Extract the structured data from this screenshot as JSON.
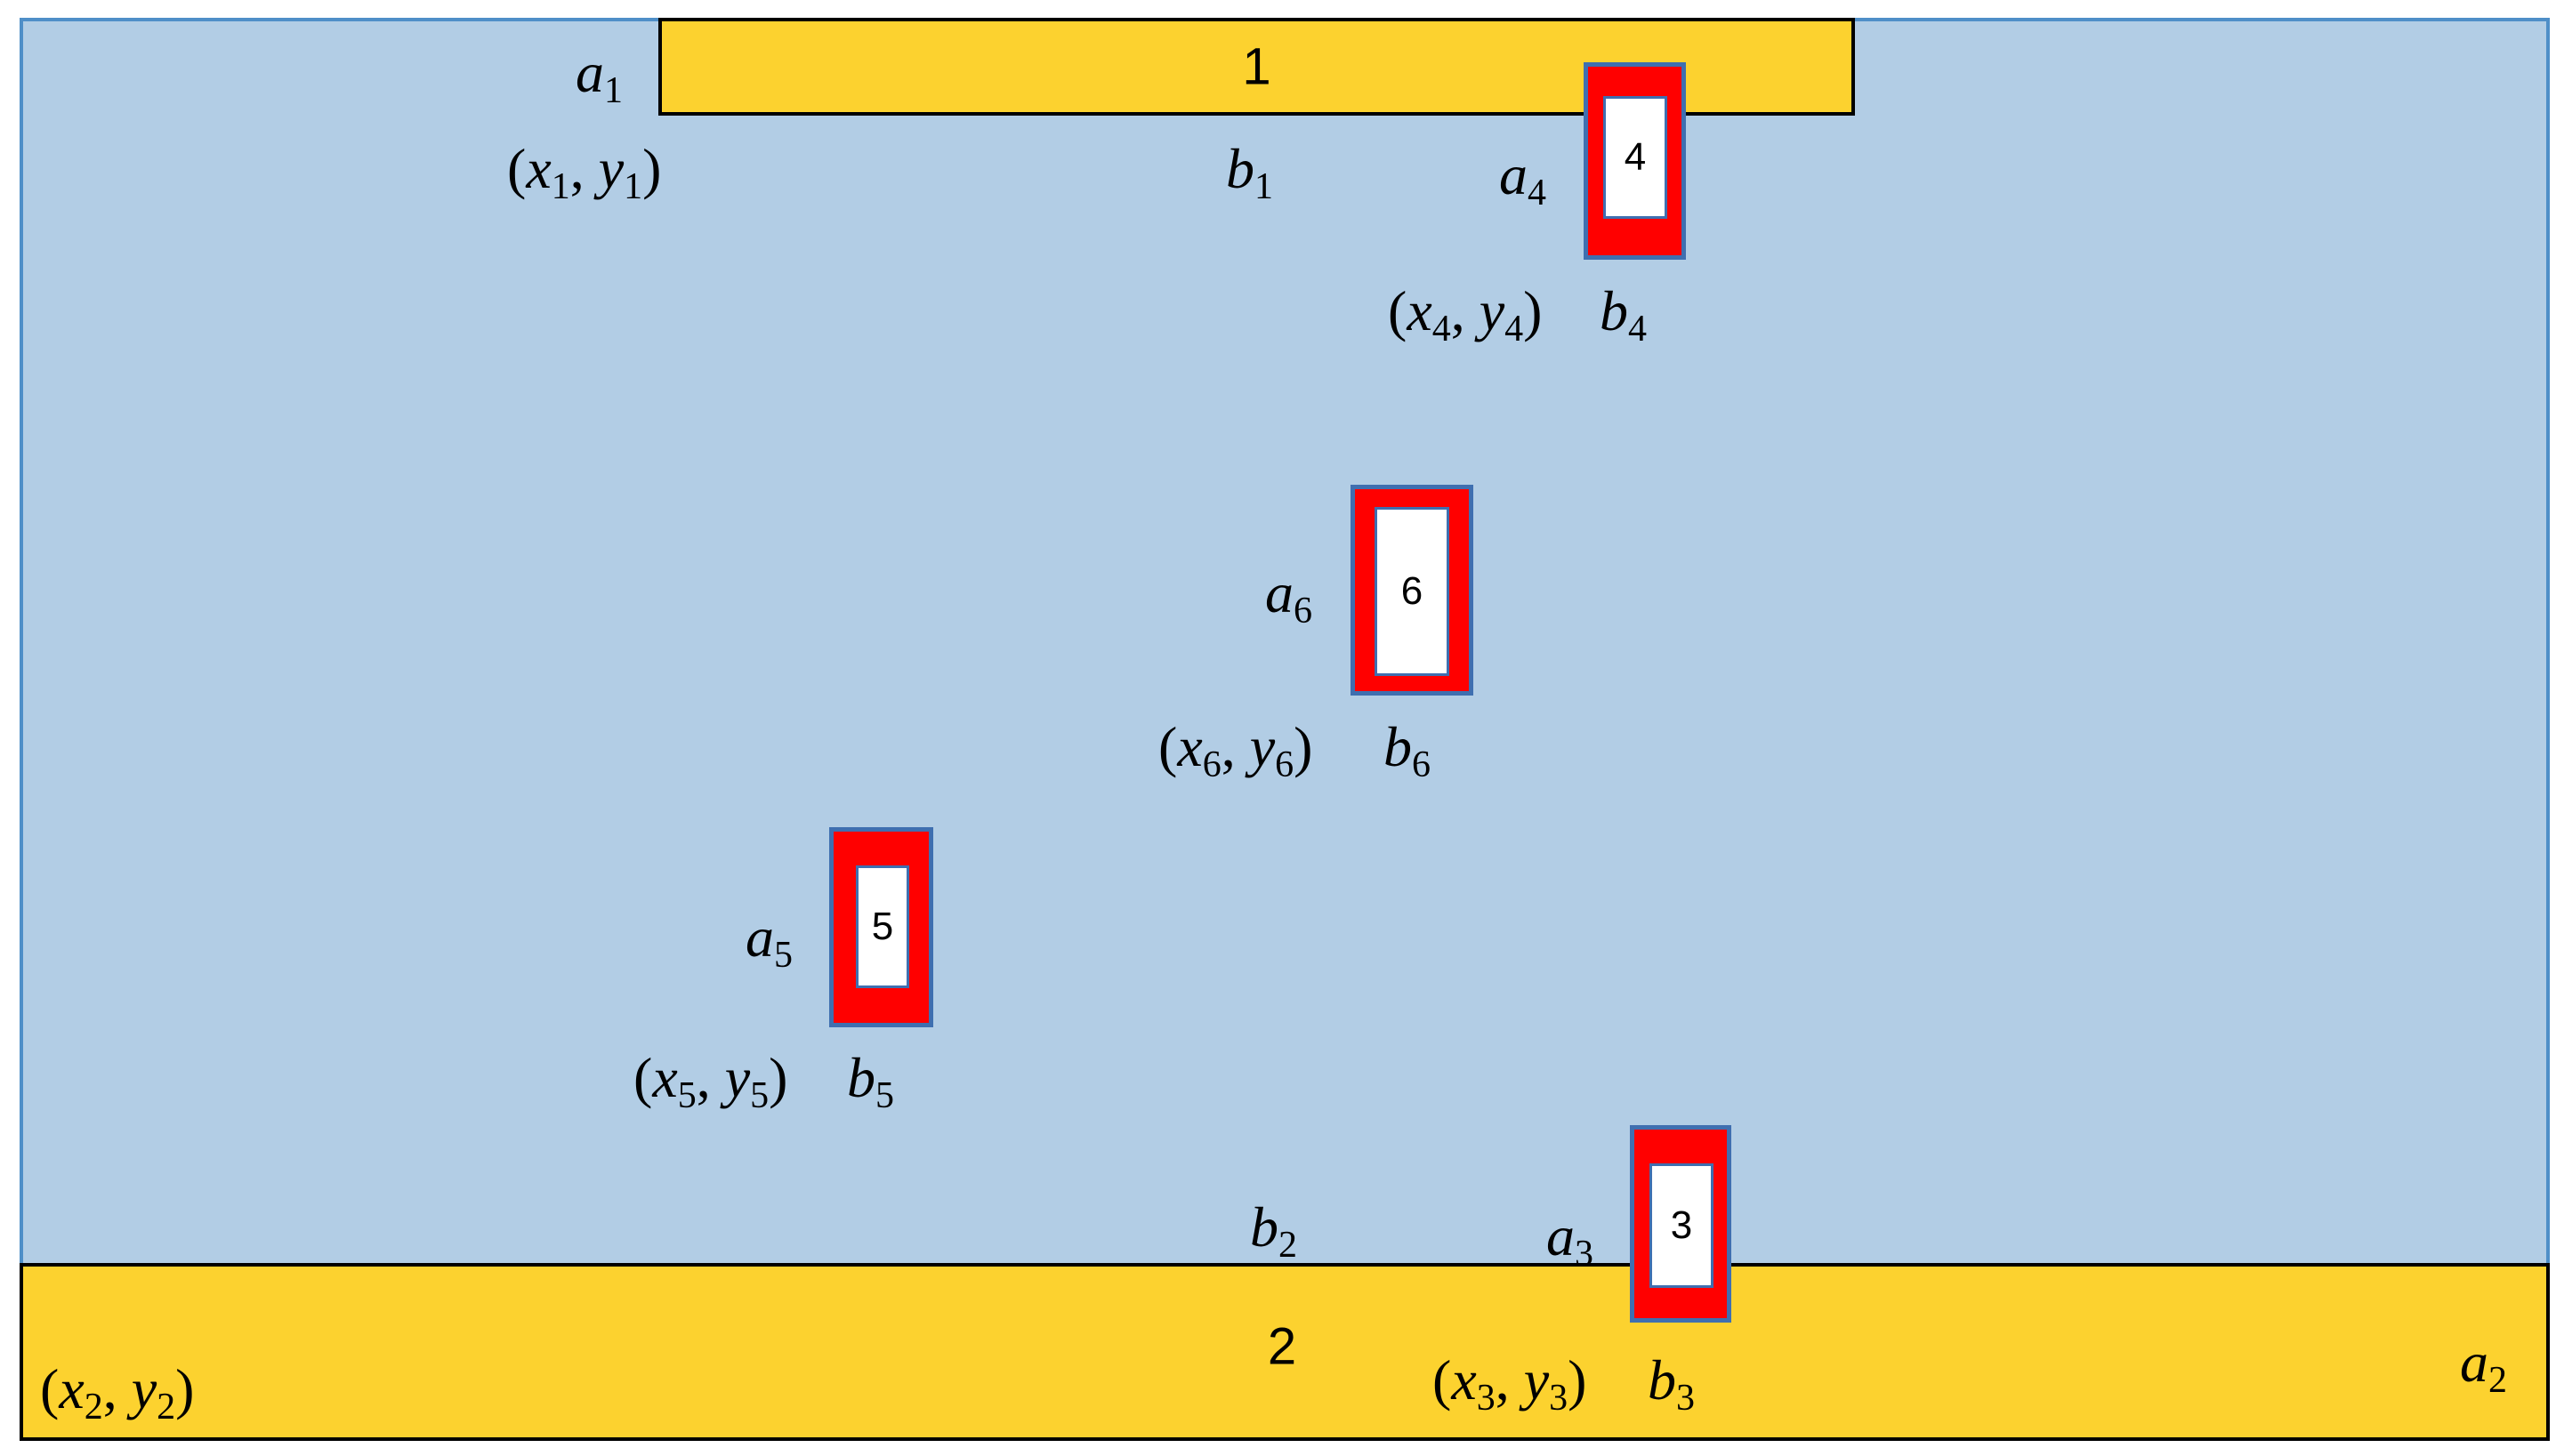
{
  "colors": {
    "background": "#b2cde5",
    "background_border": "#4f8fc8",
    "block_fill": "#fcd22f",
    "obstacle_fill": "#ff0000",
    "obstacle_border": "#3f6fb0"
  },
  "blocks": [
    {
      "id": "1",
      "label": "1"
    },
    {
      "id": "2",
      "label": "2"
    }
  ],
  "obstacles": [
    {
      "id": "4",
      "label": "4"
    },
    {
      "id": "6",
      "label": "6"
    },
    {
      "id": "5",
      "label": "5"
    },
    {
      "id": "3",
      "label": "3"
    }
  ],
  "labels": {
    "a1": {
      "var": "a",
      "sub": "1"
    },
    "b1": {
      "var": "b",
      "sub": "1"
    },
    "xy1": {
      "x": "x",
      "xs": "1",
      "y": "y",
      "ys": "1"
    },
    "a4": {
      "var": "a",
      "sub": "4"
    },
    "b4": {
      "var": "b",
      "sub": "4"
    },
    "xy4": {
      "x": "x",
      "xs": "4",
      "y": "y",
      "ys": "4"
    },
    "a6": {
      "var": "a",
      "sub": "6"
    },
    "b6": {
      "var": "b",
      "sub": "6"
    },
    "xy6": {
      "x": "x",
      "xs": "6",
      "y": "y",
      "ys": "6"
    },
    "a5": {
      "var": "a",
      "sub": "5"
    },
    "b5": {
      "var": "b",
      "sub": "5"
    },
    "xy5": {
      "x": "x",
      "xs": "5",
      "y": "y",
      "ys": "5"
    },
    "a3": {
      "var": "a",
      "sub": "3"
    },
    "b3": {
      "var": "b",
      "sub": "3"
    },
    "xy3": {
      "x": "x",
      "xs": "3",
      "y": "y",
      "ys": "3"
    },
    "b2": {
      "var": "b",
      "sub": "2"
    },
    "a2": {
      "var": "a",
      "sub": "2"
    },
    "xy2": {
      "x": "x",
      "xs": "2",
      "y": "y",
      "ys": "2"
    }
  }
}
